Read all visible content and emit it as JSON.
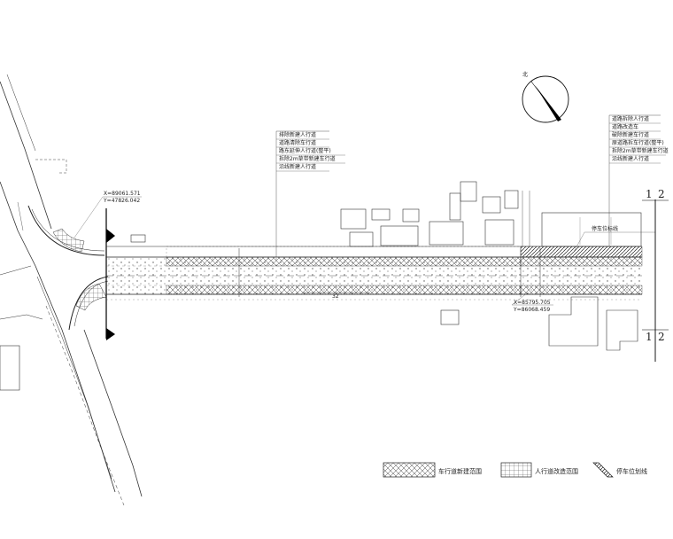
{
  "north_label": "北",
  "notes_left": [
    "排除新建人行道",
    "道路清除车行道",
    "路东延伸人行道(整平)",
    "拆除2m草带新建车行道",
    "沿线新建人行道"
  ],
  "notes_right": [
    "道路拆除人行道",
    "道路改造车",
    "破除新建车行道",
    "原道路拆车行道(整平)",
    "拆除2m草带新建车行道",
    "沿线新建人行道"
  ],
  "coord_top": {
    "x": "X=89061.571",
    "y": "Y=47826.042"
  },
  "coord_bottom": {
    "x": "X=85795.705",
    "y": "Y=86068.459"
  },
  "dimension": "32",
  "band_label": "停车位标线",
  "section_labels": {
    "left": "1",
    "right": "2"
  },
  "legend": [
    {
      "pattern": "crosshatch",
      "label": "车行道新建范围"
    },
    {
      "pattern": "grid",
      "label": "人行道改造范围"
    },
    {
      "pattern": "diagonal",
      "label": "停车位划线"
    }
  ]
}
